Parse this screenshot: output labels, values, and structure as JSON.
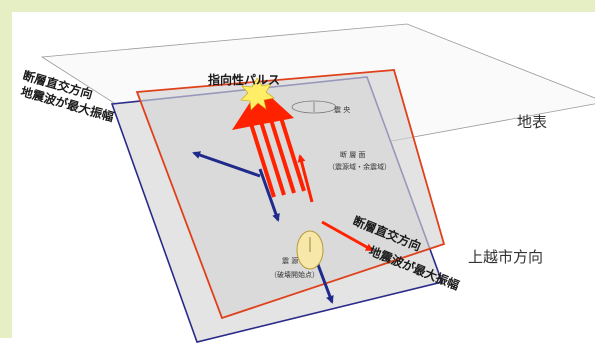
{
  "labels": {
    "directivity_pulse": "指向性パルス",
    "fault_normal_left_1": "断層直交方向",
    "fault_normal_left_2": "地震波が最大振幅",
    "ground_surface": "地表",
    "epicenter": "震 央",
    "fault_zone_1": "断 層 面",
    "fault_zone_2": "（震源域・余震域）",
    "fault_normal_right_1": "断層直交方向",
    "fault_normal_right_2": "地震波が最大振幅",
    "joetsu_direction": "上越市方向",
    "hypocenter_1": "震 源",
    "hypocenter_2": "（破壊開始点）"
  },
  "colors": {
    "background_strip": "#e6efc4",
    "rupture_red": "#ff2200",
    "wave_blue": "#1f2a8a",
    "fault_outline_red": "#e0401a",
    "fault_outline_blue": "#2a2a8a",
    "pulse_star": "#ffee66",
    "hypocenter_fill": "#f7e7a8"
  },
  "icons": [
    "starburst-icon",
    "hypocenter-ellipse-icon",
    "epicenter-ellipse-icon"
  ]
}
